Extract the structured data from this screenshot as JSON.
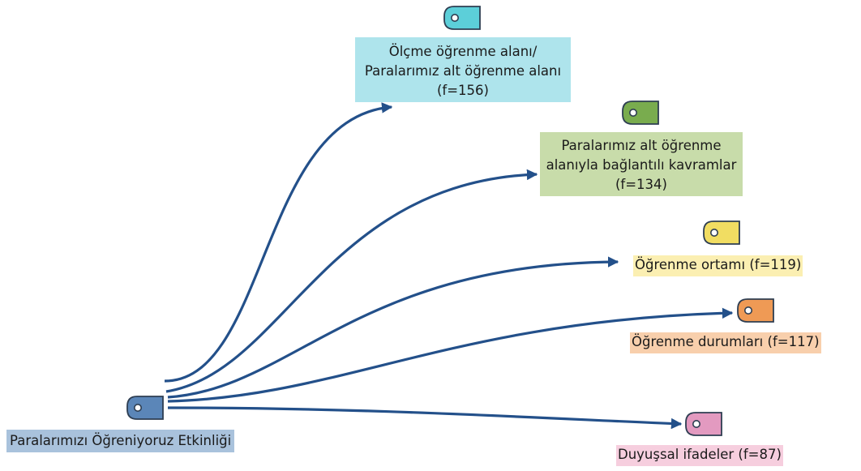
{
  "colors": {
    "arrow": "#23508a",
    "root": "#a9c2dc",
    "olcme": "#aee4ec",
    "kavram": "#c8dcaa",
    "ortam": "#fbefb2",
    "durum": "#f8cfac",
    "duyu": "#f6cede",
    "tag_root": "#5b86b8",
    "tag_olcme": "#5ccfd9",
    "tag_kavram": "#79ac4e",
    "tag_ortam": "#f1dd62",
    "tag_durum": "#ef9a55",
    "tag_duyu": "#e39ac0"
  },
  "diagram": {
    "root": {
      "label": "Paralarımızı Öğreniyoruz Etkinliği",
      "icon": "tag-icon"
    },
    "children": [
      {
        "key": "olcme",
        "lines": [
          "Ölçme öğrenme alanı/",
          "Paralarımız alt öğrenme alanı",
          "(f=156)"
        ],
        "frequency": 156,
        "icon": "tag-icon"
      },
      {
        "key": "kavram",
        "lines": [
          "Paralarımız alt öğrenme",
          "alanıyla bağlantılı kavramlar",
          "(f=134)"
        ],
        "frequency": 134,
        "icon": "tag-icon"
      },
      {
        "key": "ortam",
        "label": "Öğrenme ortamı (f=119)",
        "frequency": 119,
        "icon": "tag-icon"
      },
      {
        "key": "durum",
        "label": "Öğrenme durumları (f=117)",
        "frequency": 117,
        "icon": "tag-icon"
      },
      {
        "key": "duyu",
        "label": "Duyuşsal ifadeler (f=87)",
        "frequency": 87,
        "icon": "tag-icon"
      }
    ]
  }
}
